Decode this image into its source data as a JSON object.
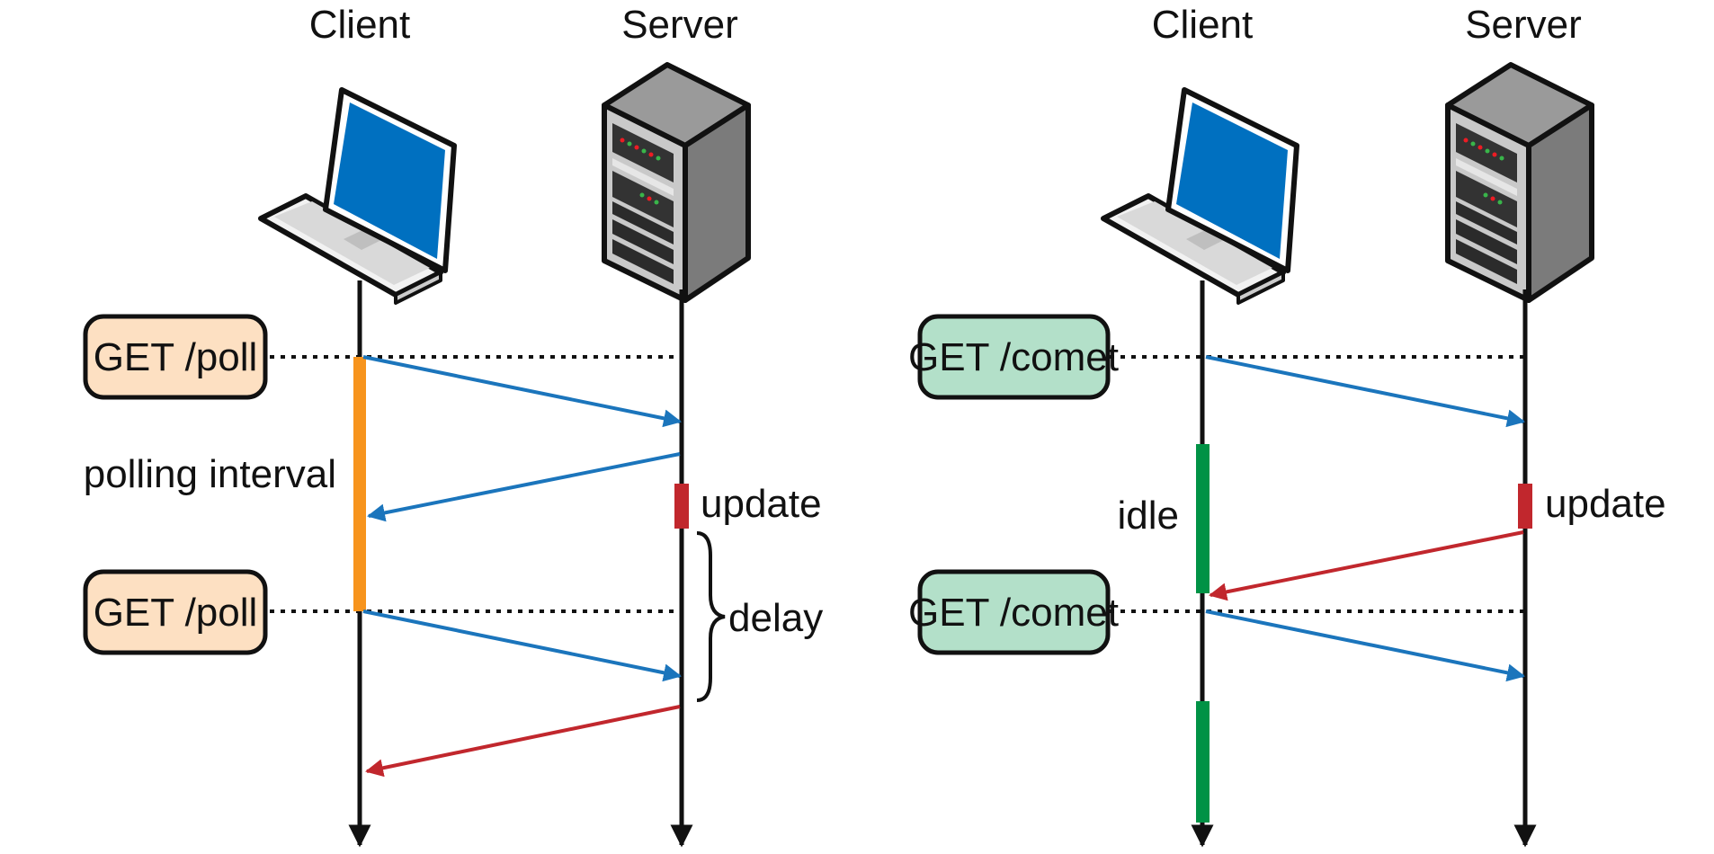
{
  "panels": [
    {
      "id": "polling",
      "client_label": "Client",
      "server_label": "Server",
      "request_labels": [
        "GET /poll",
        "GET /poll"
      ],
      "interval_label": "polling interval",
      "update_label": "update",
      "delay_label": "delay"
    },
    {
      "id": "comet",
      "client_label": "Client",
      "server_label": "Server",
      "request_labels": [
        "GET /comet",
        "GET /comet"
      ],
      "idle_label": "idle",
      "update_label": "update"
    }
  ],
  "colors": {
    "request_arrow": "#1b75bc",
    "update_arrow": "#c1272d",
    "update_marker": "#c1272d",
    "polling_bar": "#f7941d",
    "idle_bar": "#009245",
    "poll_pill_fill": "#fde0c2",
    "comet_pill_fill": "#b3e0c9",
    "line": "#111111"
  },
  "icons": [
    "laptop-icon",
    "server-icon"
  ]
}
